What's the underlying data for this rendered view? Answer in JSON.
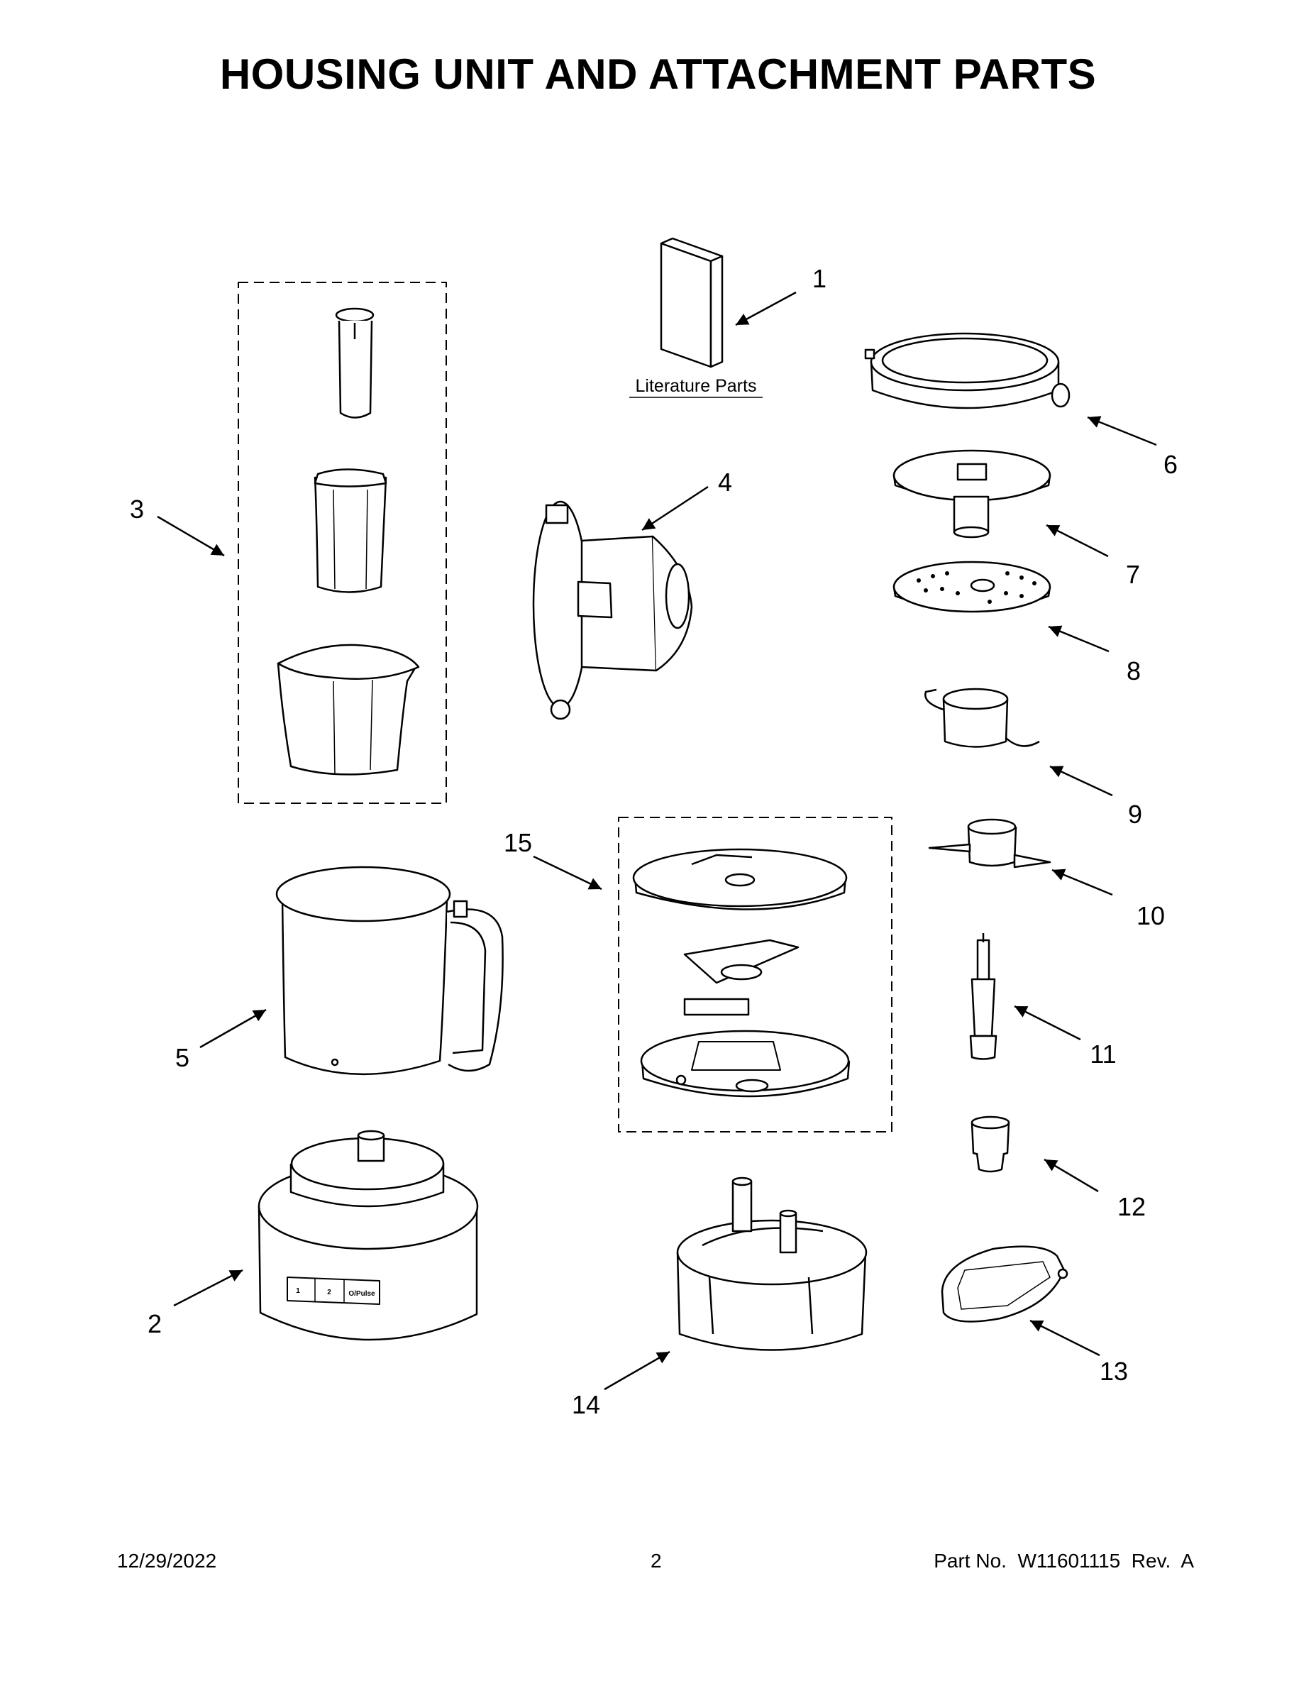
{
  "title": "HOUSING UNIT AND ATTACHMENT PARTS",
  "literature_label": "Literature Parts",
  "callouts": [
    "1",
    "2",
    "3",
    "4",
    "5",
    "6",
    "7",
    "8",
    "9",
    "10",
    "11",
    "12",
    "13",
    "14",
    "15"
  ],
  "control_panel": {
    "speed_1": "1",
    "speed_2": "2",
    "off_pulse": "O/Pulse"
  },
  "footer": {
    "date": "12/29/2022",
    "page": "2",
    "part_number": "Part No.  W11601115  Rev.  A"
  }
}
